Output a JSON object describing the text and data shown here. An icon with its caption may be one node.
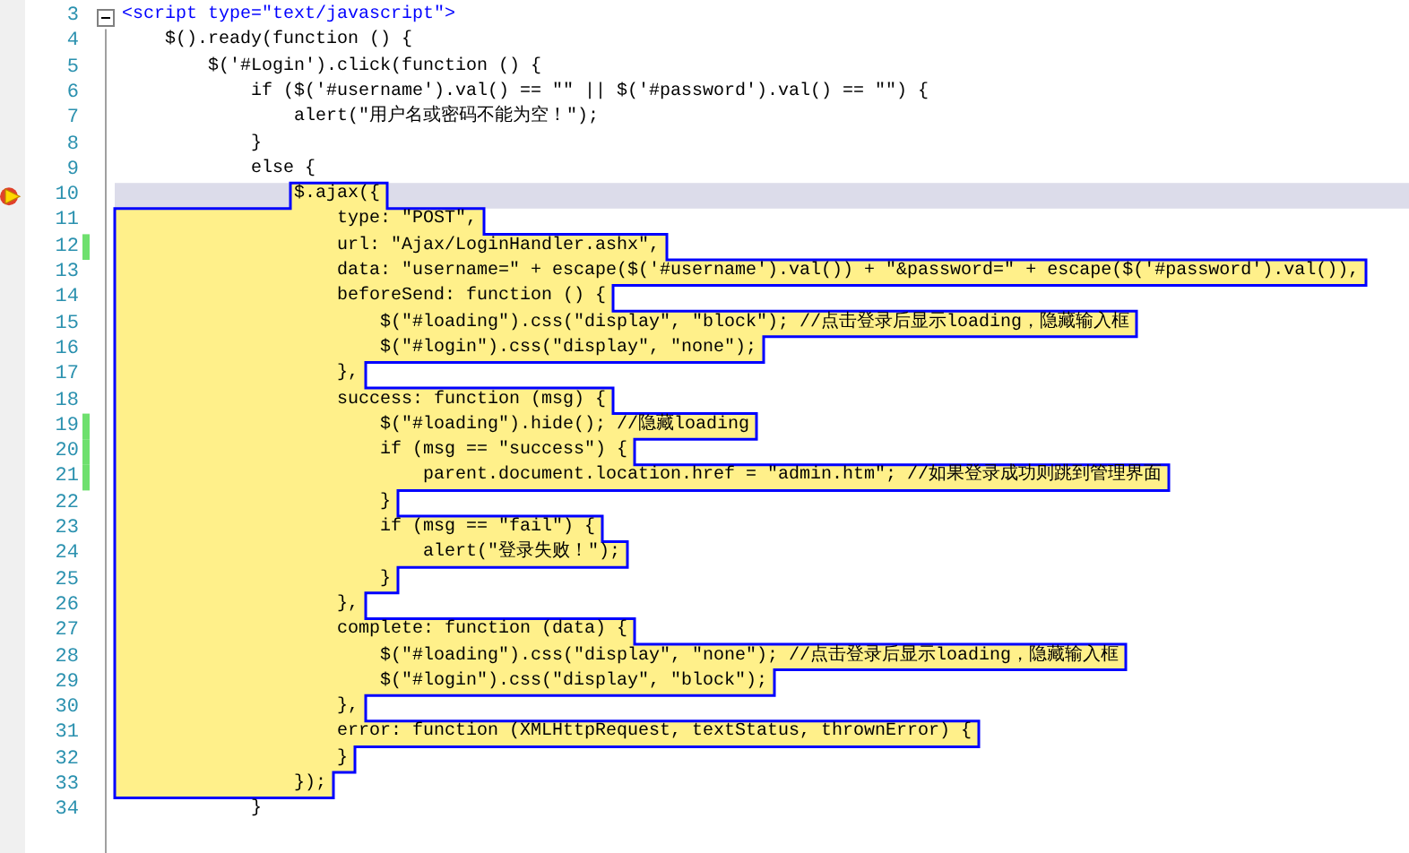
{
  "diagram": {
    "labels": [
      "3",
      "<script type=\"text/javascript\">",
      "4",
      "$().ready(function () {",
      "5",
      "$('#Login').click(function () {",
      "6",
      "if ($('#username').val() == \"\" || $('#password').val() == \"\") {",
      "7",
      "alert(\"用户名或密码不能为空！\");",
      "8",
      "}",
      "9",
      "else {",
      "10",
      "$.ajax({",
      "11",
      "type: \"POST\",",
      "12",
      "url: \"Ajax/LoginHandler.ashx\",",
      "13",
      "data: \"username=\" + escape($('#username').val()) + \"&password=\" + escape($('#password').val()),",
      "14",
      "beforeSend: function () {",
      "15",
      "$(\"#loading\").css(\"display\", \"block\"); //点击登录后显示loading，隐藏输入框",
      "16",
      "$(\"#login\").css(\"display\", \"none\");",
      "17",
      "},",
      "18",
      "success: function (msg) {",
      "19",
      "$(\"#loading\").hide(); //隐藏loading",
      "20",
      "if (msg == \"success\") {",
      "21",
      "parent.document.location.href = \"admin.htm\"; //如果登录成功则跳到管理界面",
      "22",
      "}",
      "23",
      "if (msg == \"fail\") {",
      "24",
      "alert(\"登录失败！\");",
      "25",
      "}",
      "26",
      "},",
      "27",
      "complete: function (data) {",
      "28",
      "$(\"#loading\").css(\"display\", \"none\"); //点击登录后显示loading，隐藏输入框",
      "29",
      "$(\"#login\").css(\"display\", \"block\");",
      "30",
      "},",
      "31",
      "error: function (XMLHttpRequest, textStatus, thrownError) {",
      "32",
      "}",
      "33",
      "});",
      "34",
      "}"
    ]
  }
}
